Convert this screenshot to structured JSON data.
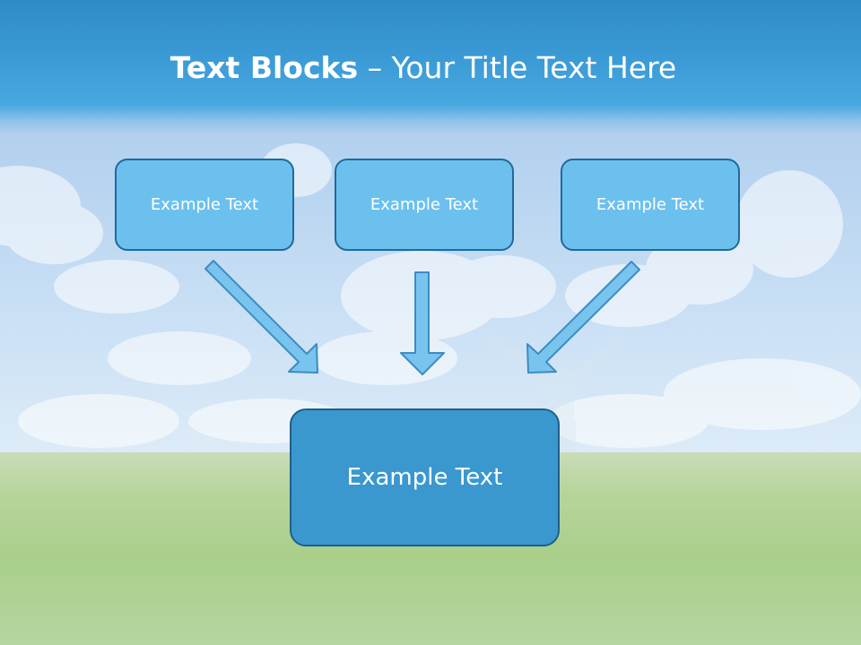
{
  "title": {
    "bold": "Text Blocks",
    "rest": " – Your Title Text Here"
  },
  "boxes": {
    "top": [
      "Example Text",
      "Example Text",
      "Example Text"
    ],
    "main": "Example Text"
  },
  "colors": {
    "title_bar": "#3b9bd6",
    "box_fill": "#6cc0ee",
    "box_border": "#1f6a9c",
    "main_box_fill": "#3a98cf",
    "arrow_fill": "#78c4ee",
    "arrow_stroke": "#3c8cc2"
  }
}
